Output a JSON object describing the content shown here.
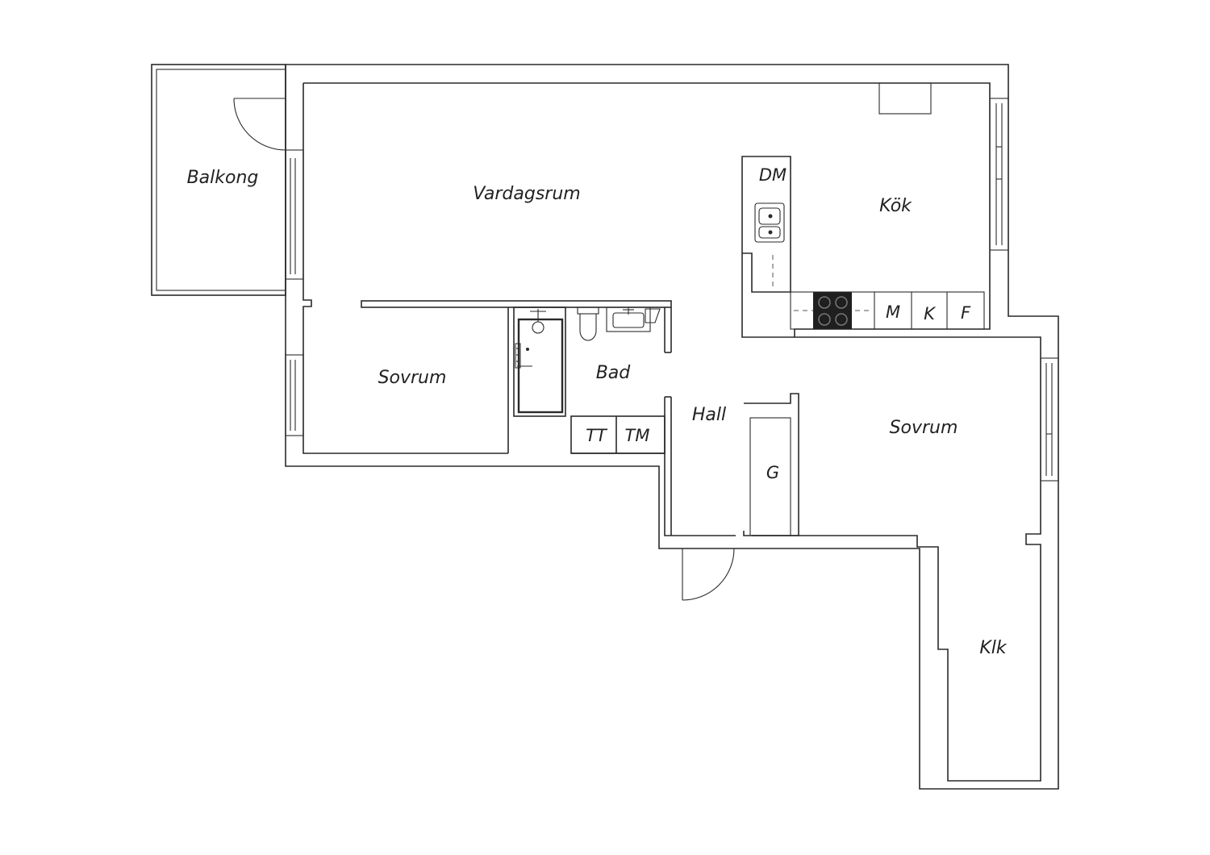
{
  "rooms": {
    "balkong": "Balkong",
    "vardagsrum": "Vardagsrum",
    "kok": "Kök",
    "sovrum_left": "Sovrum",
    "bad": "Bad",
    "hall": "Hall",
    "sovrum_right": "Sovrum",
    "klk": "Klk"
  },
  "fixtures": {
    "dm": "DM",
    "m": "M",
    "k": "K",
    "f": "F",
    "tt": "TT",
    "tm": "TM",
    "g": "G"
  },
  "icons": [
    "sink-icon",
    "stove-icon",
    "toilet-icon",
    "bathtub-icon",
    "washbasin-icon",
    "door-swing-icon",
    "window-icon"
  ],
  "colors": {
    "line": "#2a2a2a",
    "stove": "#1f1f1f",
    "background": "#ffffff"
  }
}
